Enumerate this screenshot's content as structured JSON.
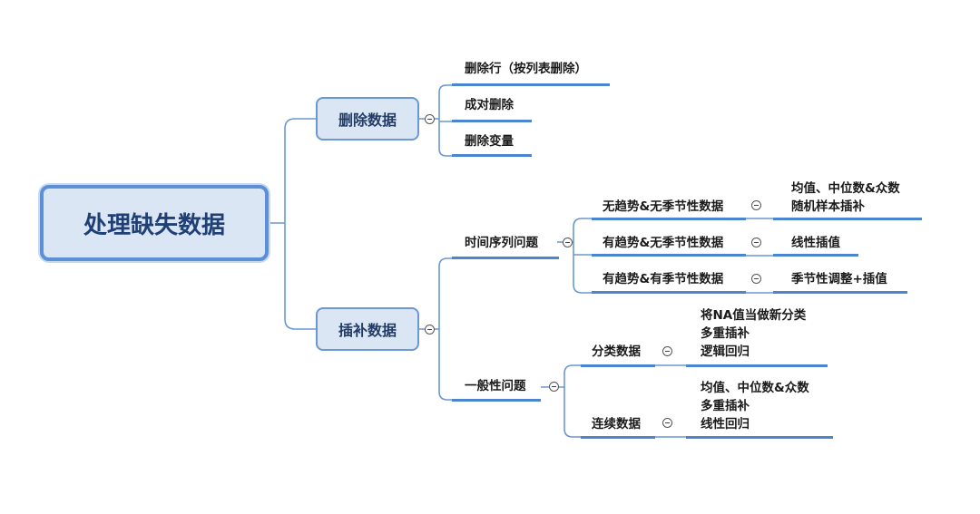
{
  "root": {
    "label": "处理缺失数据"
  },
  "branch_delete": {
    "label": "删除数据",
    "children": [
      "删除行（按列表删除）",
      "成对删除",
      "删除变量"
    ]
  },
  "branch_impute": {
    "label": "插补数据",
    "time_series": {
      "label": "时间序列问题",
      "items": [
        {
          "label": "无趋势&无季节性数据",
          "methods": [
            "均值、中位数&众数",
            "随机样本插补"
          ]
        },
        {
          "label": "有趋势&无季节性数据",
          "methods": [
            "线性插值"
          ]
        },
        {
          "label": "有趋势&有季节性数据",
          "methods": [
            "季节性调整+插值"
          ]
        }
      ]
    },
    "general": {
      "label": "一般性问题",
      "items": [
        {
          "label": "分类数据",
          "methods": [
            "将NA值当做新分类",
            "多重插补",
            "逻辑回归"
          ]
        },
        {
          "label": "连续数据",
          "methods": [
            "均值、中位数&众数",
            "多重插补",
            "线性回归"
          ]
        }
      ]
    }
  },
  "colors": {
    "line": "#5b8fd6",
    "box_fill": "#dbe6f5",
    "underline": "#4a86d0"
  }
}
